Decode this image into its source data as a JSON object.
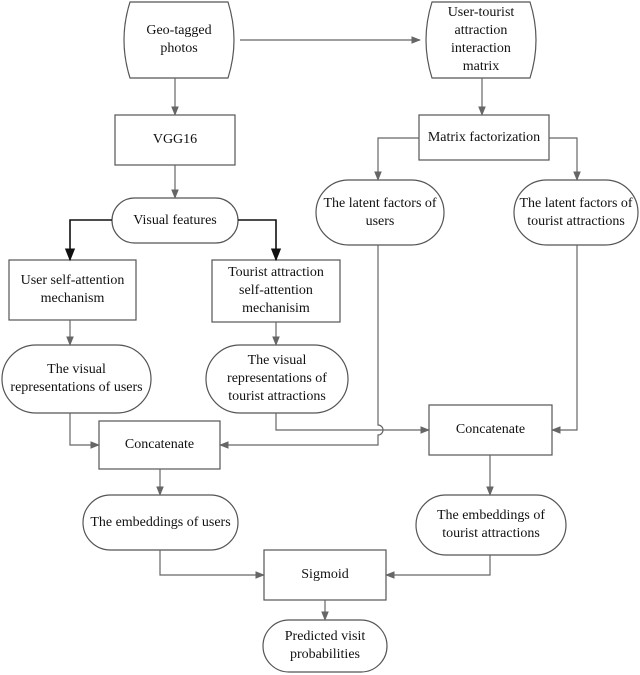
{
  "diagram": {
    "nodes": {
      "geo_photos": "Geo-tagged\nphotos",
      "interaction_matrix": "User-tourist\nattraction\ninteraction\nmatrix",
      "vgg16": "VGG16",
      "matrix_factorization": "Matrix factorization",
      "visual_features": "Visual features",
      "latent_users": "The latent factors of\nusers",
      "latent_attractions": "The latent factors of\ntourist attractions",
      "user_attention": "User self-attention\nmechanism",
      "attraction_attention": "Tourist attraction\nself-attention\nmechanisim",
      "visual_repr_users": "The visual\nrepresentations of users",
      "visual_repr_attractions": "The visual\nrepresentations of\ntourist attractions",
      "concat_users": "Concatenate",
      "concat_attractions": "Concatenate",
      "emb_users": "The embeddings of users",
      "emb_attractions": "The embeddings of\ntourist attractions",
      "sigmoid": "Sigmoid",
      "predicted": "Predicted visit\nprobabilities"
    },
    "colors": {
      "stroke": "#555555",
      "connector": "#666666",
      "connector_dark": "#111111",
      "text": "#111111",
      "background": "#ffffff"
    }
  }
}
